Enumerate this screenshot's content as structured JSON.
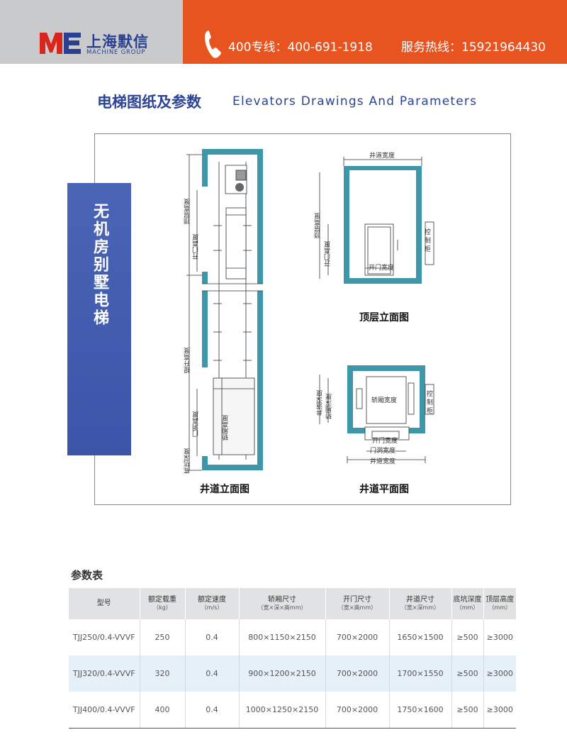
{
  "header": {
    "brand_cn": "上海默信",
    "brand_en": "MACHINE GROUP",
    "hotline": "400专线：400-691-1918",
    "service": "服务热线：15921964430"
  },
  "title": {
    "cn": "电梯图纸及参数",
    "en": "Elevators Drawings And Parameters"
  },
  "drawing": {
    "category": "无机房别墅电梯",
    "labels": {
      "top_height": "顶层高度",
      "door_height": "开门高度",
      "travel_height": "提升高度",
      "opening_height": "门洞高度",
      "car_height": "轿厢高度",
      "pit_depth": "底坑深度",
      "shaft_width": "井道宽度",
      "door_width": "开门宽度",
      "control_cabinet": "控制柜",
      "shaft_depth": "井道深度",
      "car_depth": "轿厢深度",
      "car_width": "轿厢宽度",
      "opening_width": "门洞宽度"
    },
    "captions": {
      "shaft_elevation": "井道立面图",
      "top_elevation": "顶层立面图",
      "shaft_plan": "井道平面图"
    }
  },
  "params": {
    "title": "参数表",
    "headers": [
      {
        "label": "型号",
        "unit": ""
      },
      {
        "label": "额定载重",
        "unit": "（kg）"
      },
      {
        "label": "额定速度",
        "unit": "（m/s）"
      },
      {
        "label": "轿厢尺寸",
        "unit": "（宽×深×高mm）"
      },
      {
        "label": "开门尺寸",
        "unit": "（宽×高mm）"
      },
      {
        "label": "井道尺寸",
        "unit": "（宽×深mm）"
      },
      {
        "label": "底坑深度",
        "unit": "（mm）"
      },
      {
        "label": "顶层高度",
        "unit": "（mm）"
      }
    ],
    "rows": [
      [
        "TJJ250/0.4-VVVF",
        "250",
        "0.4",
        "800×1150×2150",
        "700×2000",
        "1650×1500",
        "≥500",
        "≥3000"
      ],
      [
        "TJJ320/0.4-VVVF",
        "320",
        "0.4",
        "900×1200×2150",
        "700×2000",
        "1700×1550",
        "≥500",
        "≥3000"
      ],
      [
        "TJJ400/0.4-VVVF",
        "400",
        "0.4",
        "1000×1250×2150",
        "700×2000",
        "1750×1600",
        "≥500",
        "≥3000"
      ]
    ]
  },
  "colors": {
    "accent_orange": "#e8541f",
    "header_gray": "#c9cacb",
    "title_blue": "#2c4396",
    "shaft_teal": "#3e97a8",
    "band_blue": "#3b55a8"
  }
}
